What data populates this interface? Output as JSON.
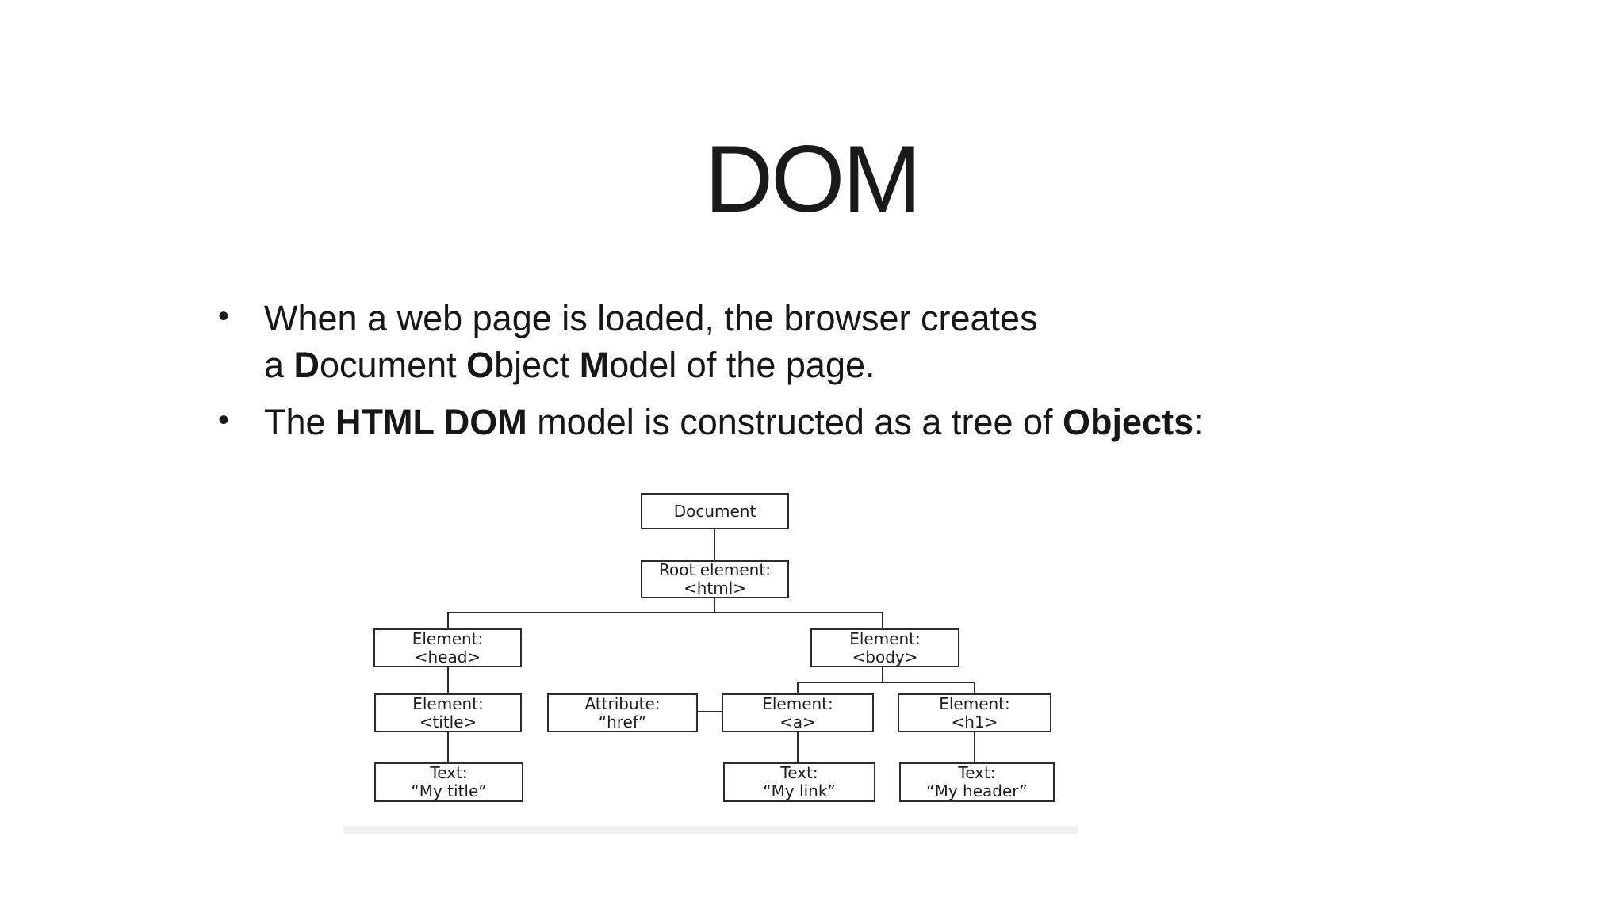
{
  "slide_title": "DOM",
  "bullets": {
    "marker": "•",
    "item1": {
      "line1": "When a web page is loaded, the browser creates",
      "line2": {
        "s0": "a ",
        "b1": "D",
        "s1": "ocument ",
        "b2": "O",
        "s2": "bject ",
        "b3": "M",
        "s3": "odel of the page."
      }
    },
    "item2": {
      "line1": {
        "s0": "The ",
        "b1": "HTML DOM",
        "s1": " model is constructed as a tree of ",
        "b2": "Objects",
        "s2": ":"
      }
    }
  },
  "diagram": {
    "nodes": {
      "document": {
        "line1": "Document"
      },
      "root": {
        "line1": "Root element:",
        "line2": "<html>"
      },
      "head": {
        "line1": "Element:",
        "line2": "<head>"
      },
      "body": {
        "line1": "Element:",
        "line2": "<body>"
      },
      "title_el": {
        "line1": "Element:",
        "line2": "<title>"
      },
      "attr": {
        "line1": "Attribute:",
        "line2": "“href”"
      },
      "a_el": {
        "line1": "Element:",
        "line2": "<a>"
      },
      "h1_el": {
        "line1": "Element:",
        "line2": "<h1>"
      },
      "text_title": {
        "line1": "Text:",
        "line2": "“My title”"
      },
      "text_link": {
        "line1": "Text:",
        "line2": "“My link”"
      },
      "text_header": {
        "line1": "Text:",
        "line2": "“My header”"
      }
    }
  },
  "colors": {
    "background": "#ffffff",
    "text": "#1a1a1a",
    "diagram_line": "#2b2b2b",
    "gray_bar": "#f0f0f0"
  }
}
